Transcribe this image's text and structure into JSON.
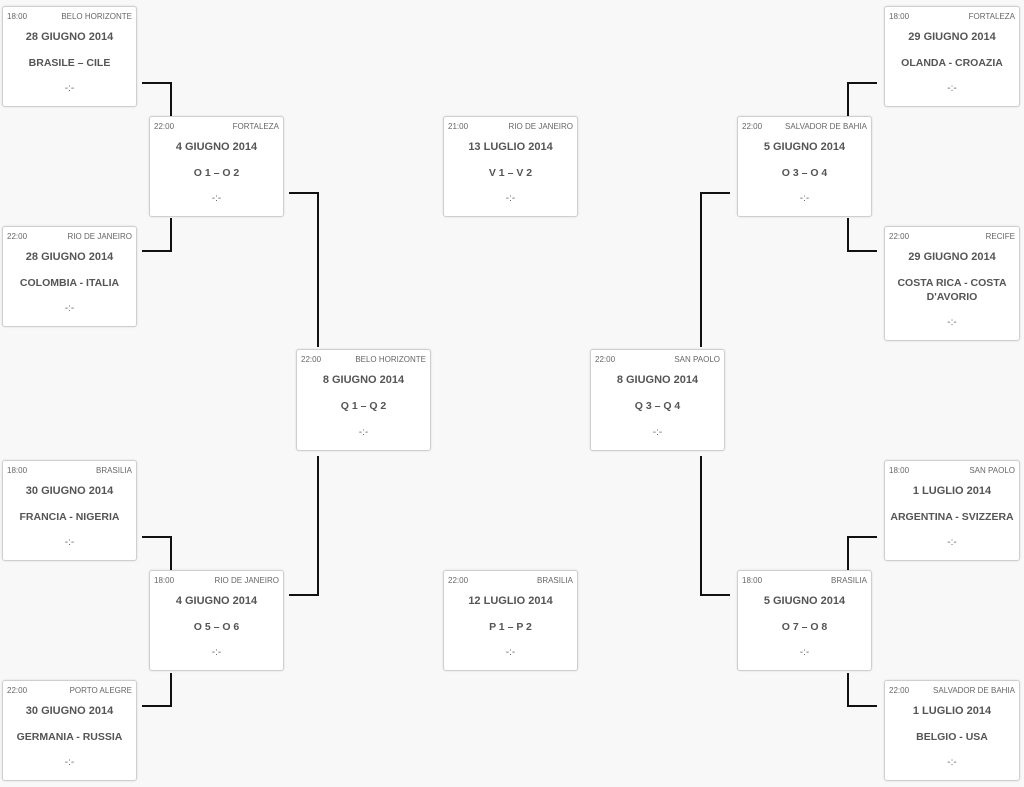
{
  "matches": {
    "r16_1": {
      "time": "18:00",
      "venue": "BELO HORIZONTE",
      "date": "28 GIUGNO 2014",
      "teams": "BRASILE – CILE",
      "score": "-:-"
    },
    "r16_2": {
      "time": "22:00",
      "venue": "RIO DE JANEIRO",
      "date": "28 GIUGNO 2014",
      "teams": "COLOMBIA - ITALIA",
      "score": "-:-"
    },
    "r16_3": {
      "time": "18:00",
      "venue": "BRASILIA",
      "date": "30 GIUGNO 2014",
      "teams": "FRANCIA - NIGERIA",
      "score": "-:-"
    },
    "r16_4": {
      "time": "22:00",
      "venue": "PORTO ALEGRE",
      "date": "30 GIUGNO 2014",
      "teams": "GERMANIA - RUSSIA",
      "score": "-:-"
    },
    "r16_5": {
      "time": "18:00",
      "venue": "FORTALEZA",
      "date": "29 GIUGNO 2014",
      "teams": "OLANDA - CROAZIA",
      "score": "-:-"
    },
    "r16_6": {
      "time": "22:00",
      "venue": "RECIFE",
      "date": "29 GIUGNO 2014",
      "teams": "COSTA RICA - COSTA D'AVORIO",
      "score": "-:-"
    },
    "r16_7": {
      "time": "18:00",
      "venue": "SAN PAOLO",
      "date": "1 LUGLIO 2014",
      "teams": "ARGENTINA - SVIZZERA",
      "score": "-:-"
    },
    "r16_8": {
      "time": "22:00",
      "venue": "SALVADOR DE BAHIA",
      "date": "1 LUGLIO 2014",
      "teams": "BELGIO - USA",
      "score": "-:-"
    },
    "qf_1": {
      "time": "22:00",
      "venue": "FORTALEZA",
      "date": "4 GIUGNO 2014",
      "teams": "O 1 – O 2",
      "score": "-:-"
    },
    "qf_2": {
      "time": "18:00",
      "venue": "RIO DE JANEIRO",
      "date": "4 GIUGNO 2014",
      "teams": "O 5 – O 6",
      "score": "-:-"
    },
    "qf_3": {
      "time": "22:00",
      "venue": "SALVADOR DE BAHIA",
      "date": "5 GIUGNO 2014",
      "teams": "O 3 – O 4",
      "score": "-:-"
    },
    "qf_4": {
      "time": "18:00",
      "venue": "BRASILIA",
      "date": "5 GIUGNO 2014",
      "teams": "O 7 – O 8",
      "score": "-:-"
    },
    "sf_1": {
      "time": "22:00",
      "venue": "BELO HORIZONTE",
      "date": "8 GIUGNO 2014",
      "teams": "Q 1 – Q 2",
      "score": "-:-"
    },
    "sf_2": {
      "time": "22:00",
      "venue": "SAN PAOLO",
      "date": "8 GIUGNO 2014",
      "teams": "Q 3 – Q 4",
      "score": "-:-"
    },
    "final": {
      "time": "21:00",
      "venue": "RIO DE JANEIRO",
      "date": "13 LUGLIO 2014",
      "teams": "V 1 – V 2",
      "score": "-:-"
    },
    "third": {
      "time": "22:00",
      "venue": "BRASILIA",
      "date": "12 LUGLIO 2014",
      "teams": "P 1 – P 2",
      "score": "-:-"
    }
  }
}
